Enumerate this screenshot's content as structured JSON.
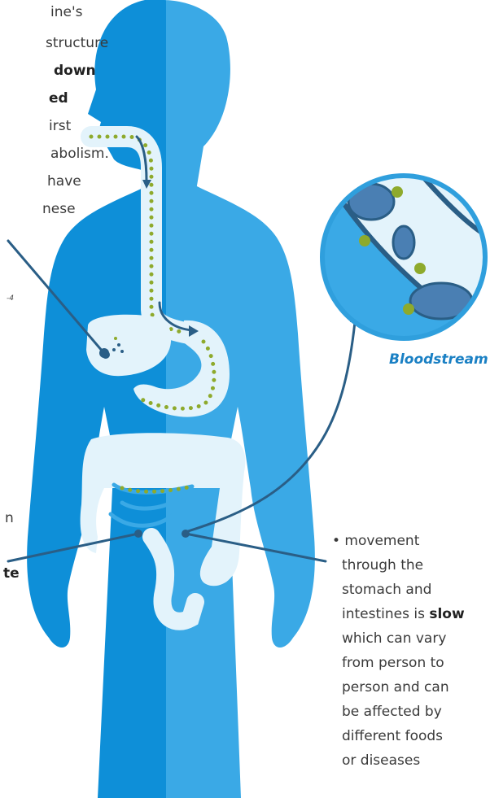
{
  "left_text": {
    "line1": "ine's",
    "line2": "structure",
    "line3": "down",
    "line4": "ed",
    "line5": "irst",
    "line6": "abolism.",
    "line7": "have",
    "line8": "nese",
    "superscript": "-4"
  },
  "left_bottom_text": {
    "line1": "n",
    "line2": "te"
  },
  "right_text": {
    "line1": "• movement",
    "line2": "through the",
    "line3": "stomach and",
    "line4_prefix": "intestines is ",
    "line4_bold": "slow",
    "line5": "which can vary",
    "line6": "from person to",
    "line7": "person and can",
    "line8": "be affected by",
    "line9": "different foods",
    "line10": "or diseases"
  },
  "bloodstream_label": "Bloodstream",
  "colors": {
    "body_left": "#0e8fd8",
    "body_right": "#3aa9e6",
    "organ_fill": "#e3f3fb",
    "dots": "#8eaa2c",
    "arrow": "#2a5e86",
    "caption": "#1a80c4",
    "vessel_blue": "#2f9fdd",
    "cell": "#4a7fb3"
  }
}
